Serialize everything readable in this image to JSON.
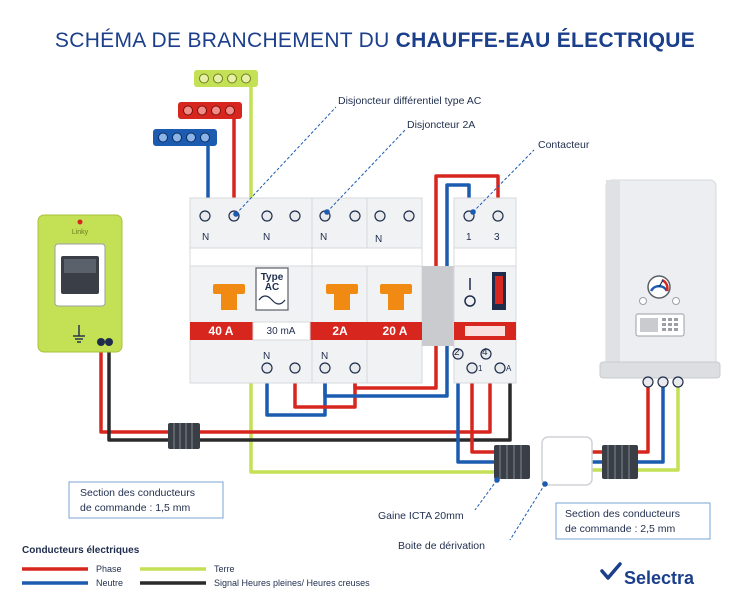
{
  "title": {
    "regular": "SCHÉMA DE BRANCHEMENT DU",
    "bold": "CHAUFFE-EAU ÉLECTRIQUE"
  },
  "callouts": {
    "differential": "Disjoncteur différentiel type AC",
    "breaker": "Disjoncteur 2A",
    "contactor": "Contacteur",
    "sheath": "Gaine ICTA 20mm",
    "junction_box": "Boite de dérivation"
  },
  "notes": {
    "command_15_line1": "Section des conducteurs",
    "command_15_line2": "de commande : 1,5 mm",
    "command_25_line1": "Section des conducteurs",
    "command_25_line2": "de commande : 2,5 mm"
  },
  "panel": {
    "n": "N",
    "type_ac_line1": "Type",
    "type_ac_line2": "AC",
    "rating_40": "40 A",
    "sensitivity": "30 mA",
    "rating_2": "2A",
    "rating_20": "20 A",
    "contactor_top_1": "1",
    "contactor_top_3": "3",
    "contactor_bottom_2": "2",
    "contactor_bottom_4": "4",
    "contactor_bottom_a1": "1",
    "contactor_bottom_a": "A"
  },
  "meter": {
    "brand": "Linky"
  },
  "legend": {
    "title": "Conducteurs électriques",
    "phase": "Phase",
    "neutral": "Neutre",
    "earth": "Terre",
    "signal": "Signal Heures pleines/ Heures creuses"
  },
  "brand": {
    "name": "Selectra"
  },
  "colors": {
    "phase": "#d7261e",
    "neutral": "#1b5bb0",
    "earth": "#c4e055",
    "signal": "#2a2a2a",
    "accent": "#f08a12",
    "title": "#1b3f8b",
    "meter": "#c4e055"
  },
  "icons": {
    "brand_logo": "check-mark-icon",
    "meter_earth": "earth-symbol-icon",
    "rcd_symbol": "sine-wave-icon",
    "heater_gauge": "thermometer-dial-icon"
  }
}
